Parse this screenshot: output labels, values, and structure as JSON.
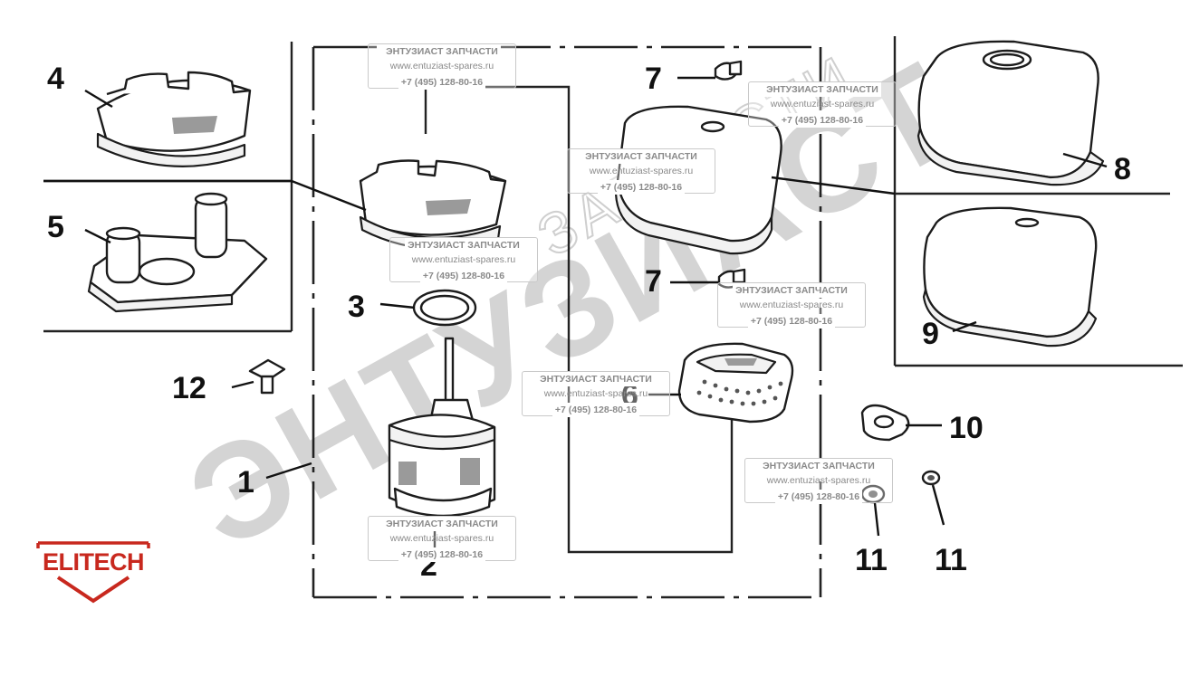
{
  "diagram": {
    "callouts": [
      "1",
      "2",
      "3",
      "4",
      "5",
      "6",
      "7",
      "7",
      "8",
      "9",
      "10",
      "11",
      "11",
      "12"
    ],
    "watermark_diagonal": "ЭНТУЗИАСТ",
    "watermark_diagonal_small": "ЗАПЧАСТИ"
  },
  "watermark": {
    "line1": "ЭНТУЗИАСТ ЗАПЧАСТИ",
    "line2": "www.entuziast-spares.ru",
    "line3": "+7 (495) 128-80-16"
  },
  "brand": {
    "name": "ELITECH",
    "color": "#c8281e"
  },
  "colors": {
    "line": "#1c1c1c",
    "watermark": "#d4d4d4"
  }
}
